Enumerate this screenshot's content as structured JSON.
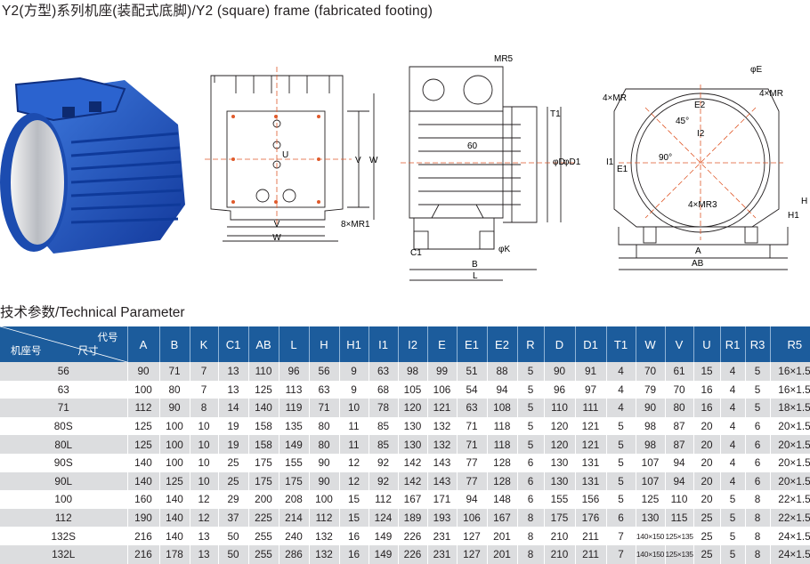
{
  "title": "Y2(方型)系列机座(装配式底脚)/Y2 (square) frame (fabricated footing)",
  "section_title": "技术参数/Technical Parameter",
  "drawing_labels": {
    "v": "V",
    "w": "W",
    "mr1": "8×MR1",
    "u": "U",
    "mr5": "MR5",
    "t1": "T1",
    "d": "φD",
    "d1": "φD1",
    "dim60": "60",
    "c1": "C1",
    "k": "φK",
    "b": "B",
    "l": "L",
    "e": "φE",
    "mr4a": "4×MR",
    "mr4b": "4×MR",
    "e2": "E2",
    "deg45": "45°",
    "i2": "I2",
    "deg90": "90°",
    "i1": "I1",
    "e1": "E1",
    "h": "H",
    "h1": "H1",
    "mr3": "4×MR3",
    "a": "A",
    "ab": "AB"
  },
  "table": {
    "corner_top": "代号",
    "corner_mid": "尺寸",
    "corner_left": "机座号",
    "headers": [
      "A",
      "B",
      "K",
      "C1",
      "AB",
      "L",
      "H",
      "H1",
      "I1",
      "I2",
      "E",
      "E1",
      "E2",
      "R",
      "D",
      "D1",
      "T1",
      "W",
      "V",
      "U",
      "R1",
      "R3",
      "R5"
    ],
    "rows": [
      [
        "56",
        "90",
        "71",
        "7",
        "13",
        "110",
        "96",
        "56",
        "9",
        "63",
        "98",
        "99",
        "51",
        "88",
        "5",
        "90",
        "91",
        "4",
        "70",
        "61",
        "15",
        "4",
        "5",
        "16×1.5"
      ],
      [
        "63",
        "100",
        "80",
        "7",
        "13",
        "125",
        "113",
        "63",
        "9",
        "68",
        "105",
        "106",
        "54",
        "94",
        "5",
        "96",
        "97",
        "4",
        "79",
        "70",
        "16",
        "4",
        "5",
        "16×1.5"
      ],
      [
        "71",
        "112",
        "90",
        "8",
        "14",
        "140",
        "119",
        "71",
        "10",
        "78",
        "120",
        "121",
        "63",
        "108",
        "5",
        "110",
        "111",
        "4",
        "90",
        "80",
        "16",
        "4",
        "5",
        "18×1.5"
      ],
      [
        "80S",
        "125",
        "100",
        "10",
        "19",
        "158",
        "135",
        "80",
        "11",
        "85",
        "130",
        "132",
        "71",
        "118",
        "5",
        "120",
        "121",
        "5",
        "98",
        "87",
        "20",
        "4",
        "6",
        "20×1.5"
      ],
      [
        "80L",
        "125",
        "100",
        "10",
        "19",
        "158",
        "149",
        "80",
        "11",
        "85",
        "130",
        "132",
        "71",
        "118",
        "5",
        "120",
        "121",
        "5",
        "98",
        "87",
        "20",
        "4",
        "6",
        "20×1.5"
      ],
      [
        "90S",
        "140",
        "100",
        "10",
        "25",
        "175",
        "155",
        "90",
        "12",
        "92",
        "142",
        "143",
        "77",
        "128",
        "6",
        "130",
        "131",
        "5",
        "107",
        "94",
        "20",
        "4",
        "6",
        "20×1.5"
      ],
      [
        "90L",
        "140",
        "125",
        "10",
        "25",
        "175",
        "175",
        "90",
        "12",
        "92",
        "142",
        "143",
        "77",
        "128",
        "6",
        "130",
        "131",
        "5",
        "107",
        "94",
        "20",
        "4",
        "6",
        "20×1.5"
      ],
      [
        "100",
        "160",
        "140",
        "12",
        "29",
        "200",
        "208",
        "100",
        "15",
        "112",
        "167",
        "171",
        "94",
        "148",
        "6",
        "155",
        "156",
        "5",
        "125",
        "110",
        "20",
        "5",
        "8",
        "22×1.5"
      ],
      [
        "112",
        "190",
        "140",
        "12",
        "37",
        "225",
        "214",
        "112",
        "15",
        "124",
        "189",
        "193",
        "106",
        "167",
        "8",
        "175",
        "176",
        "6",
        "130",
        "115",
        "25",
        "5",
        "8",
        "22×1.5"
      ],
      [
        "132S",
        "216",
        "140",
        "13",
        "50",
        "255",
        "240",
        "132",
        "16",
        "149",
        "226",
        "231",
        "127",
        "201",
        "8",
        "210",
        "211",
        "7",
        "140×150",
        "125×135",
        "25",
        "5",
        "8",
        "24×1.5"
      ],
      [
        "132L",
        "216",
        "178",
        "13",
        "50",
        "255",
        "286",
        "132",
        "16",
        "149",
        "226",
        "231",
        "127",
        "201",
        "8",
        "210",
        "211",
        "7",
        "140×150",
        "125×135",
        "25",
        "5",
        "8",
        "24×1.5"
      ]
    ]
  },
  "colors": {
    "header_bg": "#1c5c9c",
    "stripe": "#dcdddf",
    "center_line": "#e05a2b",
    "motor_blue": "#1e4fb8"
  }
}
